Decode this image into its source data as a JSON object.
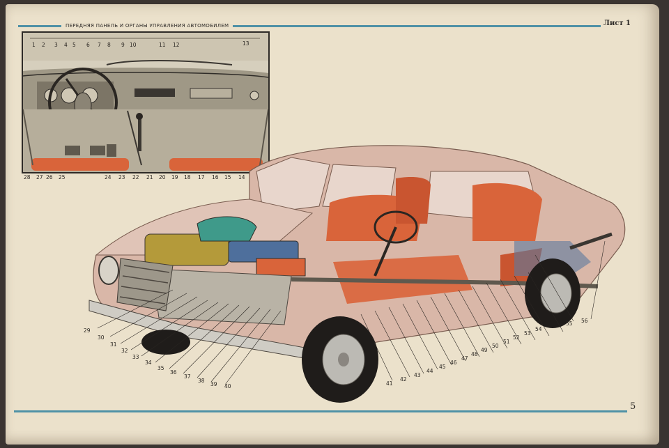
{
  "header": {
    "title": "ПЕРЕДНЯЯ ПАНЕЛЬ И ОРГАНЫ УПРАВЛЕНИЯ АВТОМОБИЛЕМ",
    "sheet_label": "Лист 1"
  },
  "footer": {
    "page_number": "5"
  },
  "colors": {
    "page": "#ebe1cb",
    "rule_blue": "#4f91a6",
    "interior_orange": "#d9643a",
    "body_pink": "#d9b7a8",
    "engine_teal": "#3f9a8a",
    "engine_blue": "#4e6f9c",
    "engine_yellow": "#b49a3a"
  },
  "inset_callouts": {
    "top_row": [
      "1",
      "2",
      "3",
      "4",
      "5",
      "6",
      "7",
      "8",
      "9",
      "10",
      "11",
      "12",
      "13"
    ],
    "bottom_row": [
      "28",
      "27",
      "26",
      "25",
      "24",
      "23",
      "22",
      "21",
      "20",
      "19",
      "18",
      "17",
      "16",
      "15",
      "14"
    ]
  },
  "car_callouts": {
    "front_chain": [
      "29",
      "30",
      "31",
      "32",
      "33",
      "34",
      "35",
      "36",
      "37",
      "38",
      "39",
      "40"
    ],
    "lower_chain": [
      "41",
      "42",
      "43",
      "44",
      "45",
      "46",
      "47",
      "48",
      "49",
      "50",
      "51",
      "52",
      "53",
      "54"
    ],
    "rear_chain": [
      "55",
      "56"
    ]
  }
}
